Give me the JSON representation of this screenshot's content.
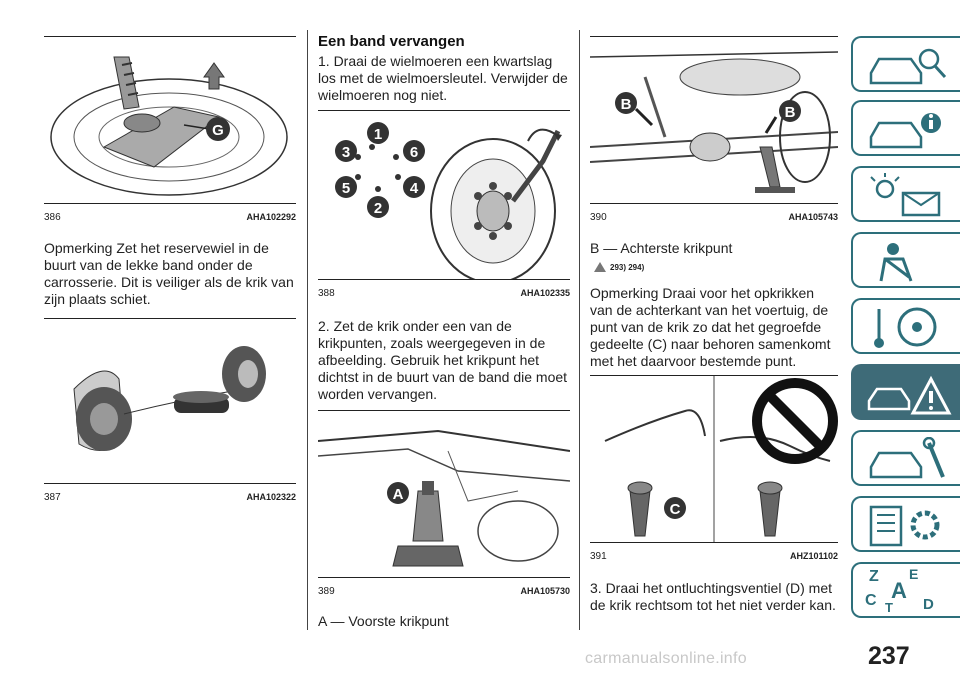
{
  "figures": {
    "f386": {
      "num": "386",
      "code": "AHA102292",
      "label_g": "G"
    },
    "f387": {
      "num": "387",
      "code": "AHA102322"
    },
    "f388": {
      "num": "388",
      "code": "AHA102335",
      "nuts": [
        "1",
        "2",
        "3",
        "4",
        "5",
        "6"
      ]
    },
    "f389": {
      "num": "389",
      "code": "AHA105730",
      "label_a": "A"
    },
    "f390": {
      "num": "390",
      "code": "AHA105743",
      "label_b": "B"
    },
    "f391": {
      "num": "391",
      "code": "AHZ101102",
      "label_c": "C"
    }
  },
  "col1": {
    "note": "Opmerking  Zet het reservewiel in de buurt van de lekke band onder de carrosserie. Dit is veiliger als de krik van zijn plaats schiet."
  },
  "col2": {
    "heading": "Een band vervangen",
    "step1": "1. Draai de wielmoeren een kwartslag los met de wielmoersleutel. Verwijder de wielmoeren nog niet.",
    "step2": "2. Zet de krik onder een van de krikpunten, zoals weergegeven in de afbeelding. Gebruik het krikpunt het dichtst in de buurt van de band die moet worden vervangen.",
    "caption_a": "A — Voorste krikpunt"
  },
  "col3": {
    "caption_b": "B — Achterste krikpunt",
    "refs": "293) 294)",
    "note": "Opmerking  Draai voor het opkrikken van de achterkant van het voertuig, de punt van de krik zo dat het gegroefde gedeelte (C) naar behoren samenkomt met het daarvoor bestemde punt.",
    "step3": "3. Draai het ontluchtingsventiel (D) met de krik rechtsom tot het niet verder kan."
  },
  "tab_letters": [
    "Z",
    "E",
    "A",
    "C",
    "T",
    "D"
  ],
  "page_number": "237",
  "watermark": "carmanualsonline.info",
  "colors": {
    "accent": "#3e6b78",
    "tab_border": "#2d6f7b"
  }
}
